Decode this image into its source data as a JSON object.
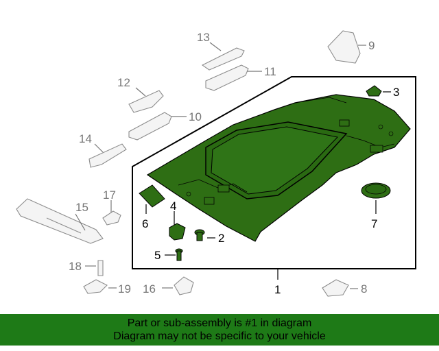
{
  "callouts": {
    "c1": "1",
    "c2": "2",
    "c3": "3",
    "c4": "4",
    "c5": "5",
    "c6": "6",
    "c7": "7",
    "c8": "8",
    "c9": "9",
    "c10": "10",
    "c11": "11",
    "c12": "12",
    "c13": "13",
    "c14": "14",
    "c15": "15",
    "c16": "16",
    "c17": "17",
    "c18": "18",
    "c19": "19"
  },
  "banner": {
    "line1": "Part or sub-assembly is #1 in diagram",
    "line2": "Diagram may not be specific to your vehicle"
  },
  "colors": {
    "highlight": "#1e7a17",
    "headliner": "#2e6e14",
    "gray_part": "#8c8c8c"
  }
}
